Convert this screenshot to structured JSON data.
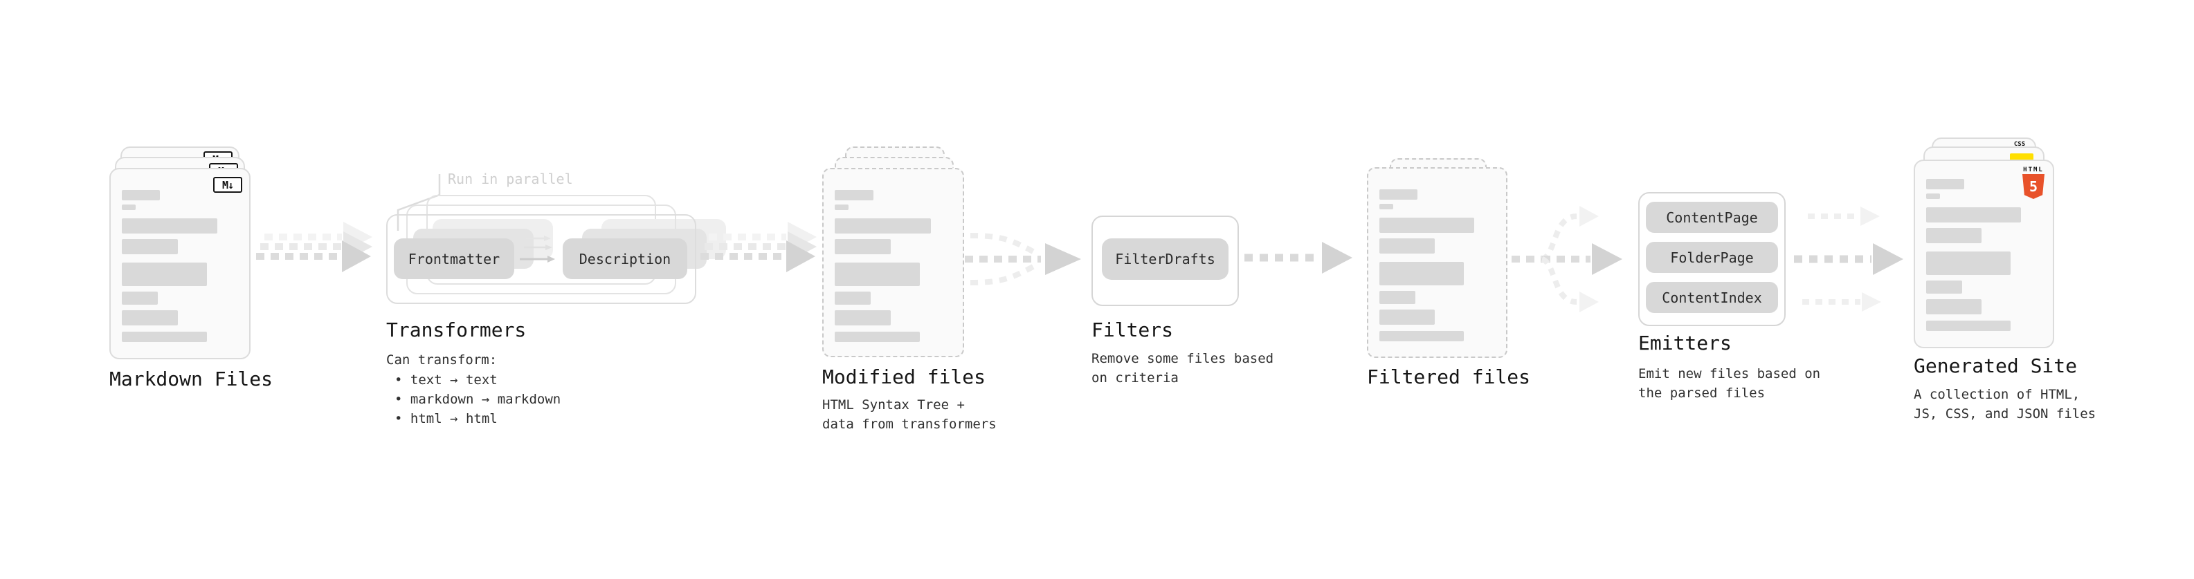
{
  "stages": {
    "markdown_files": {
      "title": "Markdown Files",
      "badge": "M↓"
    },
    "transformers": {
      "title": "Transformers",
      "callout": "Run in parallel",
      "left_button": "Frontmatter",
      "right_button": "Description",
      "subtitle": "Can transform:",
      "bullets": [
        "• text → text",
        "• markdown → markdown",
        "• html → html"
      ]
    },
    "modified_files": {
      "title": "Modified files",
      "subtitle": "HTML Syntax Tree +\ndata from transformers"
    },
    "filters": {
      "title": "Filters",
      "button": "FilterDrafts",
      "subtitle": "Remove some files based\non criteria"
    },
    "filtered_files": {
      "title": "Filtered files"
    },
    "emitters": {
      "title": "Emitters",
      "buttons": [
        "ContentPage",
        "FolderPage",
        "ContentIndex"
      ],
      "subtitle": "Emit new files based on\nthe parsed files"
    },
    "generated_site": {
      "title": "Generated Site",
      "subtitle": "A collection of HTML,\nJS, CSS, and JSON files",
      "badges": {
        "css_label": "CSS",
        "html5_label": "HTML",
        "html5_number": "5"
      }
    }
  },
  "colors": {
    "html5_orange": "#e8522a",
    "js_yellow": "#ffdf00",
    "css_blue": "#2b6de8",
    "arrow_main": "#d6d6d6",
    "arrow_faded": "#efefef",
    "placeholder_bar": "#d9d9d9"
  }
}
